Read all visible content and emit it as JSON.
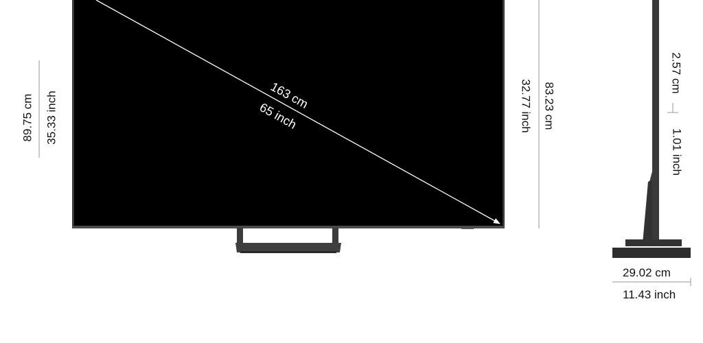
{
  "front_view": {
    "diagonal_cm": "163 cm",
    "diagonal_inch": "65 inch",
    "total_height_cm": "89.75 cm",
    "total_height_inch": "35.33 inch",
    "screen_height_cm": "83.23 cm",
    "screen_height_inch": "32.77 inch"
  },
  "side_view": {
    "depth_cm": "2.57 cm",
    "depth_inch": "1.01 inch",
    "stand_depth_cm": "29.02 cm",
    "stand_depth_inch": "11.43 inch"
  },
  "colors": {
    "screen": "#000000",
    "bezel": "#3a3a3a",
    "stand": "#3c3c3c",
    "dimension_line": "#9a9a9a",
    "diagonal_line": "#ffffff"
  }
}
